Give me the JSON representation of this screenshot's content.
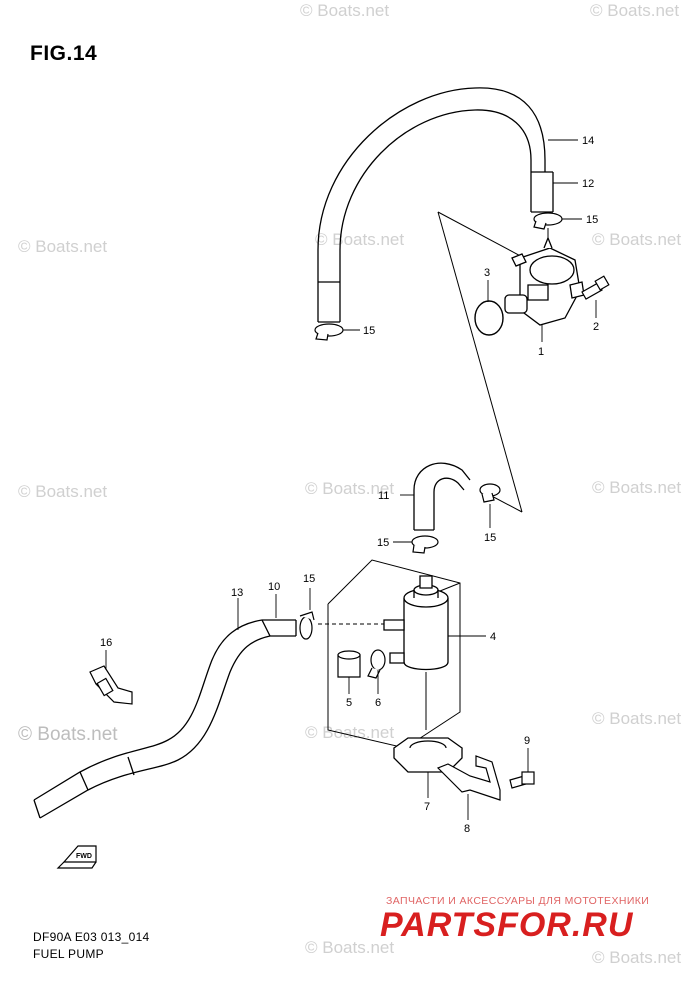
{
  "figure": {
    "title": "FIG.14",
    "code": "DF90A E03 013_014",
    "name": "FUEL PUMP"
  },
  "watermark": "© Boats.net",
  "promo": {
    "tagline": "ЗАПЧАСТИ И АКСЕССУАРЫ ДЛЯ МОТОТЕХНИКИ",
    "logo": "PARTSFOR.RU"
  },
  "direction_badge": "FWD",
  "callouts": {
    "c1": "1",
    "c2": "2",
    "c3": "3",
    "c4": "4",
    "c5": "5",
    "c6": "6",
    "c7": "7",
    "c8": "8",
    "c9": "9",
    "c10": "10",
    "c11": "11",
    "c12": "12",
    "c13": "13",
    "c14": "14",
    "c15a": "15",
    "c15b": "15",
    "c15c": "15",
    "c15d": "15",
    "c15e": "15",
    "c16": "16"
  },
  "colors": {
    "line": "#000000",
    "watermark": "#d0d0d0",
    "promo": "#d81f1f"
  }
}
